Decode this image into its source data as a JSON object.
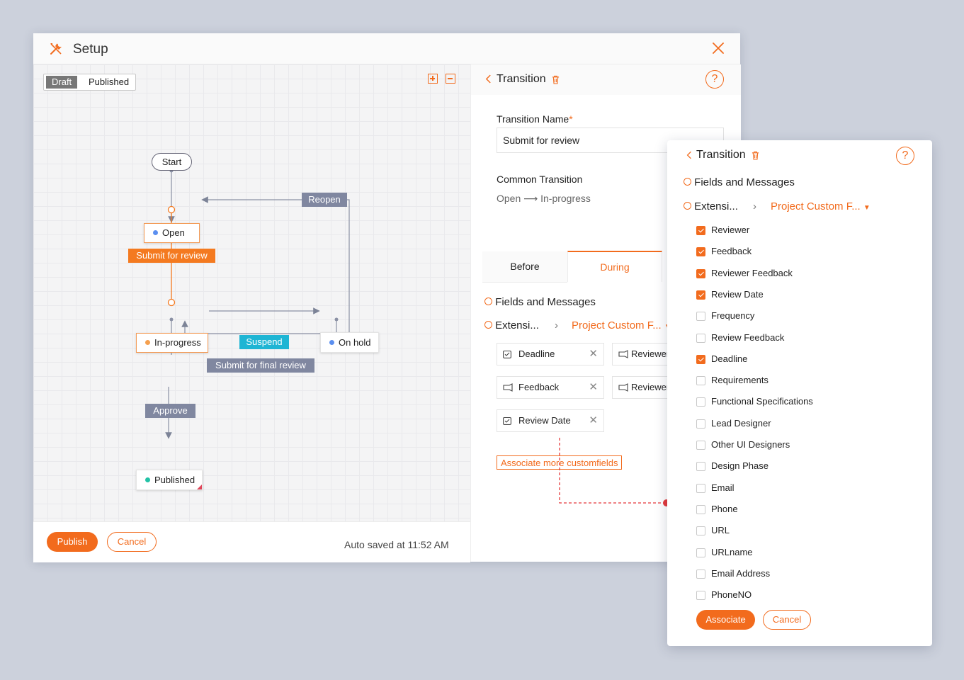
{
  "setup": {
    "title": "Setup",
    "mode_toggle": {
      "draft": "Draft",
      "published": "Published"
    },
    "workflow": {
      "start": "Start",
      "states": {
        "open": "Open",
        "in_progress": "In-progress",
        "on_hold": "On hold",
        "published": "Published"
      },
      "transitions": {
        "reopen": "Reopen",
        "submit_for_review": "Submit for review",
        "suspend": "Suspend",
        "submit_final": "Submit for final review",
        "approve": "Approve"
      }
    },
    "footer": {
      "publish": "Publish",
      "cancel": "Cancel",
      "autosave": "Auto saved at 11:52 AM"
    }
  },
  "transition_panel": {
    "title": "Transition",
    "name_label": "Transition Name",
    "required_mark": "*",
    "name_value": "Submit for review",
    "common_label": "Common Transition",
    "common_from": "Open",
    "common_arrow": "⟶",
    "common_to": "In-progress",
    "tabs": [
      "Before",
      "During"
    ],
    "section_title": "Fields and Messages",
    "extension_label": "Extensi...",
    "project_label": "Project Custom F...",
    "fields": [
      {
        "name": "Deadline",
        "icon": "calendar-check-icon"
      },
      {
        "name": "Reviewer",
        "icon": "user-field-icon"
      },
      {
        "name": "Feedback",
        "icon": "message-field-icon"
      },
      {
        "name": "Reviewer",
        "icon": "user-field-icon"
      },
      {
        "name": "Review Date",
        "icon": "calendar-check-icon"
      }
    ],
    "associate_link": "Associate more customfields"
  },
  "popup": {
    "title": "Transition",
    "section_title": "Fields and Messages",
    "extension_label": "Extensi...",
    "project_label": "Project Custom F...",
    "options": [
      {
        "label": "Reviewer",
        "checked": true
      },
      {
        "label": "Feedback",
        "checked": true
      },
      {
        "label": "Reviewer Feedback",
        "checked": true
      },
      {
        "label": "Review Date",
        "checked": true
      },
      {
        "label": "Frequency",
        "checked": false
      },
      {
        "label": "Review Feedback",
        "checked": false
      },
      {
        "label": "Deadline",
        "checked": true
      },
      {
        "label": "Requirements",
        "checked": false
      },
      {
        "label": "Functional Specifications",
        "checked": false
      },
      {
        "label": "Lead Designer",
        "checked": false
      },
      {
        "label": "Other UI Designers",
        "checked": false
      },
      {
        "label": "Design Phase",
        "checked": false
      },
      {
        "label": "Email",
        "checked": false
      },
      {
        "label": "Phone",
        "checked": false
      },
      {
        "label": "URL",
        "checked": false
      },
      {
        "label": "URLname",
        "checked": false
      },
      {
        "label": "Email Address",
        "checked": false
      },
      {
        "label": "PhoneNO",
        "checked": false
      }
    ],
    "associate_btn": "Associate",
    "cancel_btn": "Cancel"
  },
  "colors": {
    "accent": "#f26b1d",
    "state_dot_blue": "#5b8ff0",
    "state_dot_orange": "#f5a04f",
    "state_dot_teal": "#22c2a6",
    "gray_tag": "#8087a0",
    "cyan_tag": "#1eb5d4"
  }
}
